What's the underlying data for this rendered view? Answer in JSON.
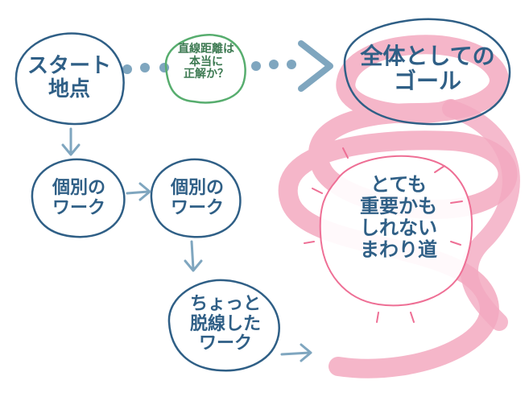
{
  "diagram": {
    "colors": {
      "ink": "#2f5f86",
      "inkLight": "#7fa6bf",
      "note": "#57ad6e",
      "pink": "#f3a9c0",
      "pinkStroke": "#ee6f95"
    },
    "start_node": {
      "lines": [
        "スタート",
        "地点"
      ]
    },
    "note_bubble": {
      "lines": [
        "直線距離は",
        "本当に",
        "正解か？"
      ]
    },
    "goal_node": {
      "lines": [
        "全体としての",
        "ゴール"
      ]
    },
    "work_node_1": {
      "lines": [
        "個別の",
        "ワーク"
      ]
    },
    "work_node_2": {
      "lines": [
        "個別の",
        "ワーク"
      ]
    },
    "detour_work_node": {
      "lines": [
        "ちょっと",
        "脱線した",
        "ワーク"
      ]
    },
    "detour_callout": {
      "lines": [
        "とても",
        "重要かも",
        "しれない",
        "まわり道"
      ]
    }
  }
}
